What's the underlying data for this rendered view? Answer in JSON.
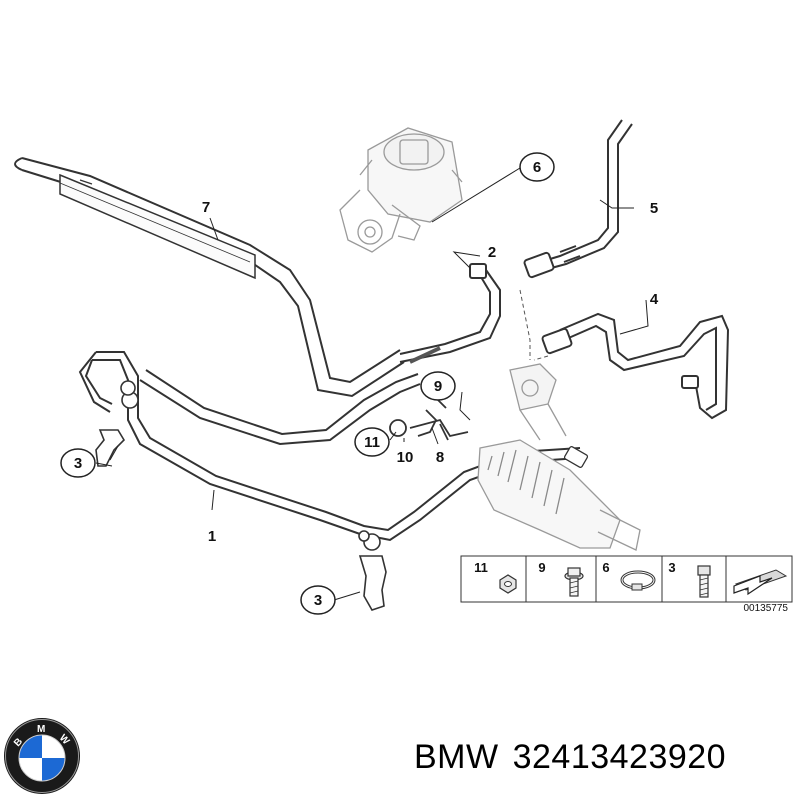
{
  "diagram": {
    "callouts": [
      {
        "id": "callout-1",
        "label": "1",
        "circled": false
      },
      {
        "id": "callout-2",
        "label": "2",
        "circled": false
      },
      {
        "id": "callout-3a",
        "label": "3",
        "circled": true
      },
      {
        "id": "callout-3b",
        "label": "3",
        "circled": true
      },
      {
        "id": "callout-4",
        "label": "4",
        "circled": false
      },
      {
        "id": "callout-5",
        "label": "5",
        "circled": false
      },
      {
        "id": "callout-6",
        "label": "6",
        "circled": true
      },
      {
        "id": "callout-7",
        "label": "7",
        "circled": false
      },
      {
        "id": "callout-8",
        "label": "8",
        "circled": false
      },
      {
        "id": "callout-9",
        "label": "9",
        "circled": true
      },
      {
        "id": "callout-10",
        "label": "10",
        "circled": false
      },
      {
        "id": "callout-11",
        "label": "11",
        "circled": true
      }
    ],
    "legend": {
      "items": [
        {
          "label": "11",
          "icon": "hex-nut-icon"
        },
        {
          "label": "9",
          "icon": "flange-bolt-icon"
        },
        {
          "label": "6",
          "icon": "hose-clamp-icon"
        },
        {
          "label": "3",
          "icon": "bolt-icon"
        },
        {
          "label": "",
          "icon": "sheet-arrow-icon"
        }
      ],
      "reference": "00135775"
    }
  },
  "caption": {
    "brand": "BMW",
    "part_number": "32413423920"
  },
  "logo": {
    "icon": "bmw-roundel-logo",
    "letters": "BMW",
    "colors": {
      "ring": "#1a1a1a",
      "blue": "#1c69d4",
      "white": "#ffffff"
    }
  }
}
